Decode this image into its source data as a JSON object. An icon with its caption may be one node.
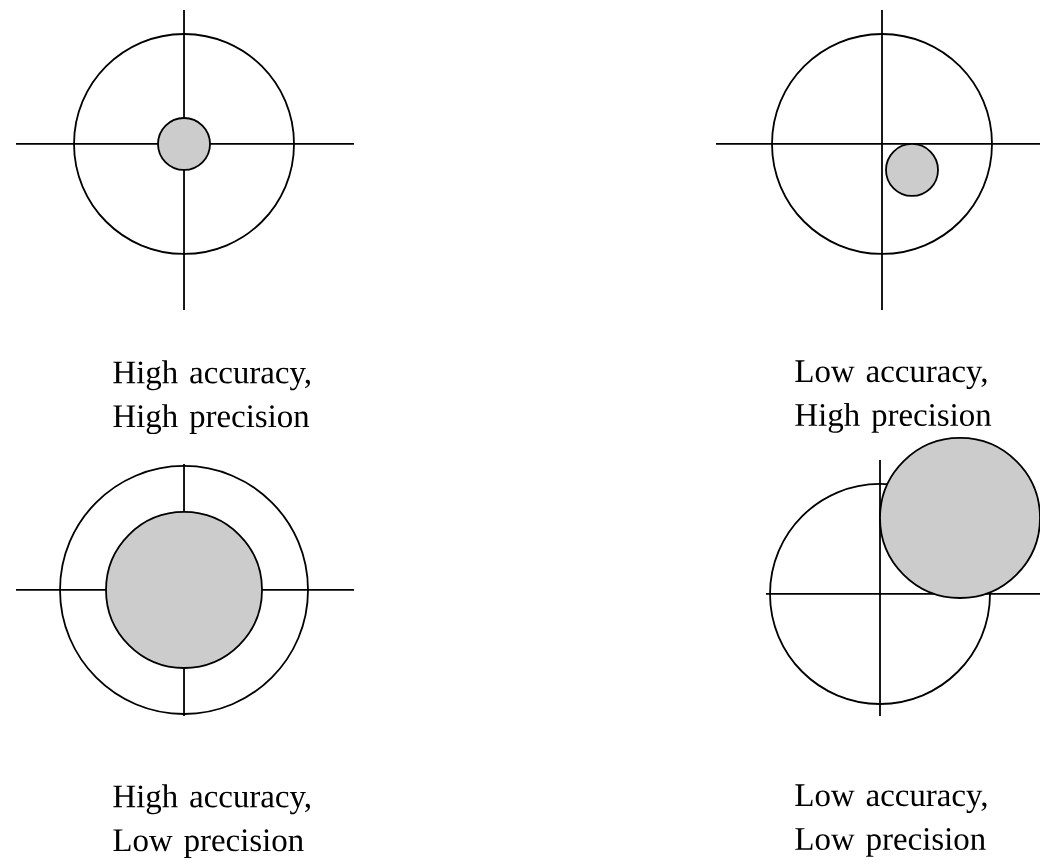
{
  "diagram": {
    "labels": [
      "High accuracy, High precision",
      "Low accuracy, High precision",
      "High accuracy, Low precision",
      "Low accuracy, Low precision"
    ]
  }
}
